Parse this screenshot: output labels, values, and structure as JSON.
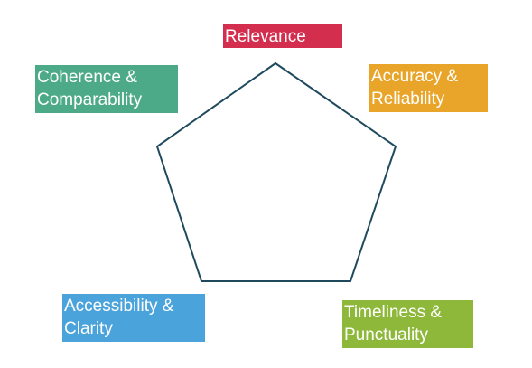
{
  "dimensions": [
    {
      "id": "relevance",
      "lines": [
        "Relevance"
      ],
      "color": "#D42E4F"
    },
    {
      "id": "accuracy",
      "lines": [
        "Accuracy &",
        "Reliability"
      ],
      "color": "#E8A52A"
    },
    {
      "id": "timeliness",
      "lines": [
        "Timeliness &",
        "Punctuality"
      ],
      "color": "#8DB83A"
    },
    {
      "id": "accessibility",
      "lines": [
        "Accessibility &",
        "Clarity"
      ],
      "color": "#4BA3DB"
    },
    {
      "id": "coherence",
      "lines": [
        "Coherence &",
        "Comparability"
      ],
      "color": "#4DAA89"
    }
  ],
  "shape": {
    "type": "pentagon",
    "stroke": "#1F4A5E",
    "fill": "#FFFFFF"
  }
}
